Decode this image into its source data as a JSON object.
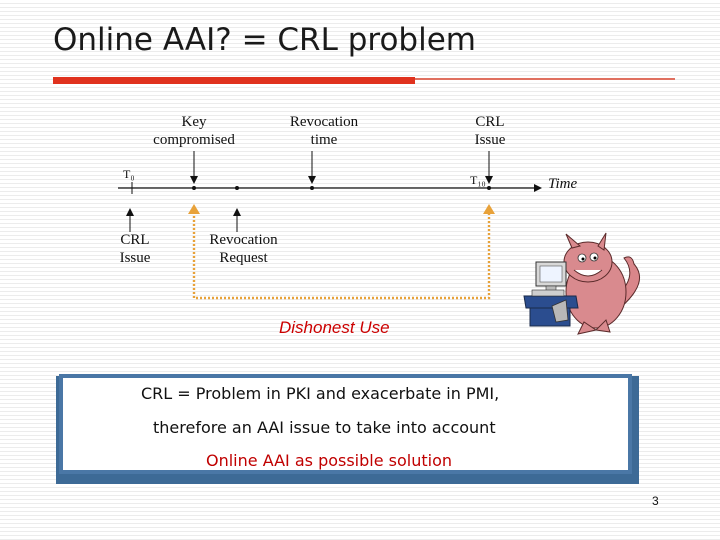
{
  "slide": {
    "title": "Online AAI? = CRL problem",
    "page_number": "3"
  },
  "timeline": {
    "key_compromised_line1": "Key",
    "key_compromised_line2": "compromised",
    "revocation_time_line1": "Revocation",
    "revocation_time_line2": "time",
    "crl_issue_top_line1": "CRL",
    "crl_issue_top_line2": "Issue",
    "t0": "T₀",
    "t10": "T₁₀",
    "time_label": "Time",
    "crl_issue_bottom_line1": "CRL",
    "crl_issue_bottom_line2": "Issue",
    "revocation_request_line1": "Revocation",
    "revocation_request_line2": "Request",
    "dishonest_use": "Dishonest Use"
  },
  "summary_box": {
    "line1": "CRL = Problem in PKI and exacerbate in PMI,",
    "line2": "therefore an AAI issue to take into account",
    "line3": "Online AAI as possible solution"
  },
  "colors": {
    "accent_red": "#e0321e",
    "dishonest_red": "#cc0000",
    "box_border_blue": "#4a77a6",
    "dotted_orange": "#e8a23a"
  },
  "icons": [
    "devil-at-computer-clipart"
  ]
}
